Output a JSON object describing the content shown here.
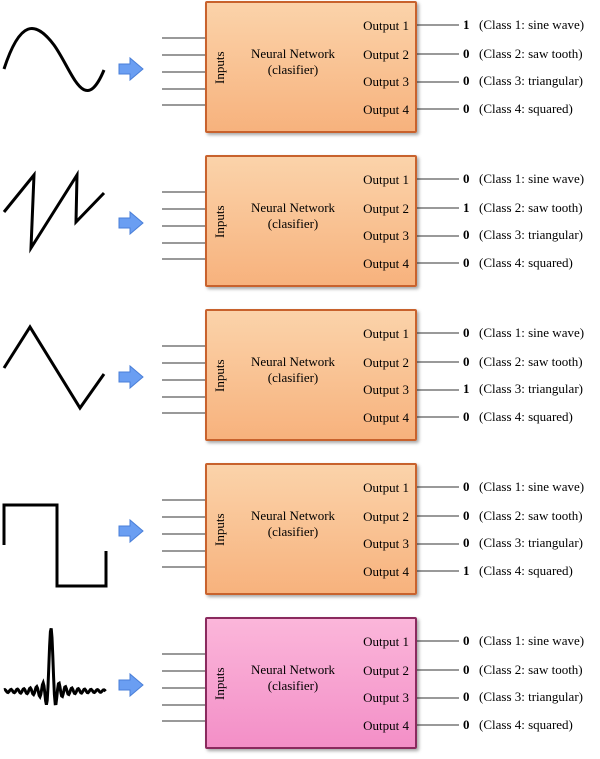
{
  "network": {
    "inputs_label": "Inputs",
    "title_line1": "Neural Network",
    "title_line2": "(clasifier)"
  },
  "outputs": [
    "Output 1",
    "Output 2",
    "Output 3",
    "Output 4"
  ],
  "classes": [
    "(Class 1: sine wave)",
    "(Class 2: saw tooth)",
    "(Class 3: triangular)",
    "(Class 4: squared)"
  ],
  "rows": [
    {
      "signal": "sine-wave",
      "values": [
        "1",
        "0",
        "0",
        "0"
      ],
      "box_color": "#f7b27d"
    },
    {
      "signal": "saw-tooth",
      "values": [
        "0",
        "1",
        "0",
        "0"
      ],
      "box_color": "#f7b27d"
    },
    {
      "signal": "triangular",
      "values": [
        "0",
        "0",
        "1",
        "0"
      ],
      "box_color": "#f7b27d"
    },
    {
      "signal": "squared",
      "values": [
        "0",
        "0",
        "0",
        "1"
      ],
      "box_color": "#f7b27d"
    },
    {
      "signal": "sinc-noise",
      "values": [
        "0",
        "0",
        "0",
        "0"
      ],
      "box_color": "#f38fc7"
    }
  ],
  "colors": {
    "arrow": "#6a9ef2",
    "box_border": "#c8622d",
    "box_pink_border": "#8a2a5e"
  }
}
